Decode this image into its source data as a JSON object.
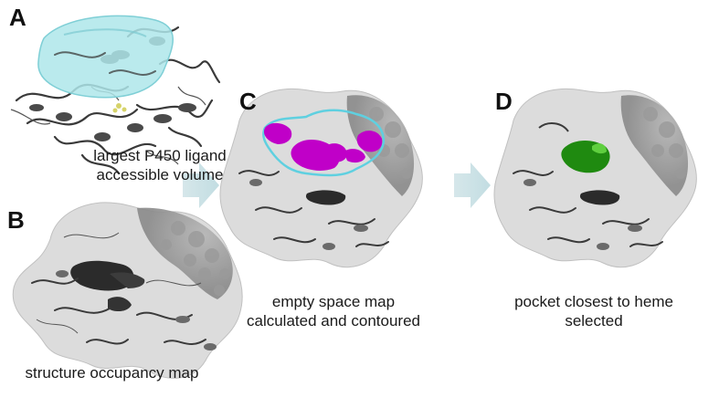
{
  "panels": {
    "a": {
      "letter": "A",
      "caption": [
        "largest P450 ligand",
        "accessible volume"
      ]
    },
    "b": {
      "letter": "B",
      "caption": [
        "structure occupancy map"
      ]
    },
    "c": {
      "letter": "C",
      "caption": [
        "empty space map",
        "calculated and contoured"
      ]
    },
    "d": {
      "letter": "D",
      "caption": [
        "pocket closest to heme",
        "selected"
      ]
    }
  },
  "colors": {
    "ligand_volume": "#aee6ea",
    "empty_space": "#c000c8",
    "contour": "#5fd0e0",
    "selected_pocket": "#1f8a10",
    "arrow": "#c2dde2"
  }
}
